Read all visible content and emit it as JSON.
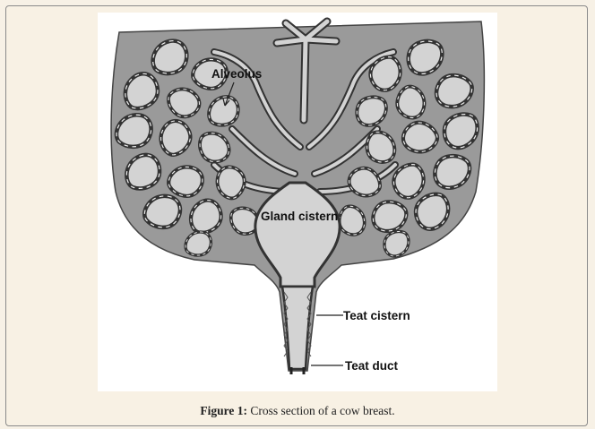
{
  "figure": {
    "labels": {
      "alveolus": "Alveolus",
      "gland_cistern": "Gland cistern",
      "teat_cistern": "Teat cistern",
      "teat_duct": "Teat duct"
    },
    "caption_label": "Figure 1:",
    "caption_text": " Cross section of a cow breast."
  },
  "colors": {
    "tissue": "#9a9a9a",
    "lumen": "#d3d3d3",
    "outline": "#333333",
    "panel_background": "#ffffff",
    "page_background": "#f7f1e6"
  }
}
